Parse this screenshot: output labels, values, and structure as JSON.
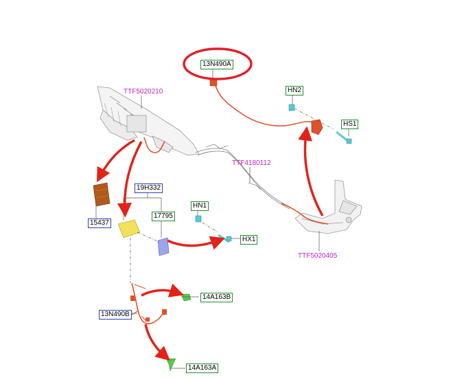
{
  "part_labels": {
    "p13N490A": "13N490A",
    "hn2": "HN2",
    "hs1": "HS1",
    "p19H332": "19H332",
    "p17795": "17795",
    "hn1": "HN1",
    "hx1": "HX1",
    "p15437": "15437",
    "p13N490B": "13N490B",
    "p14A163B": "14A163B",
    "p14A163A": "14A163A"
  },
  "reference_labels": {
    "ttf5020210": "TTF5020210",
    "ttf4180112": "TTF4180112",
    "ttf5020405": "TTF5020405"
  },
  "colors": {
    "harness": "#e0532a",
    "arrow": "#e32219",
    "highlight_ellipse": "#e0202a",
    "label_green_border": "#1e8c2a",
    "label_blue_border": "#2c3fb5",
    "reference_text": "#c21fc7",
    "module_yellow": "#f2e15a",
    "module_brown": "#b05a1c",
    "bracket_blue": "#9aa6e8",
    "clip_teal": "#56c9d6",
    "clip_green": "#56c94a"
  }
}
